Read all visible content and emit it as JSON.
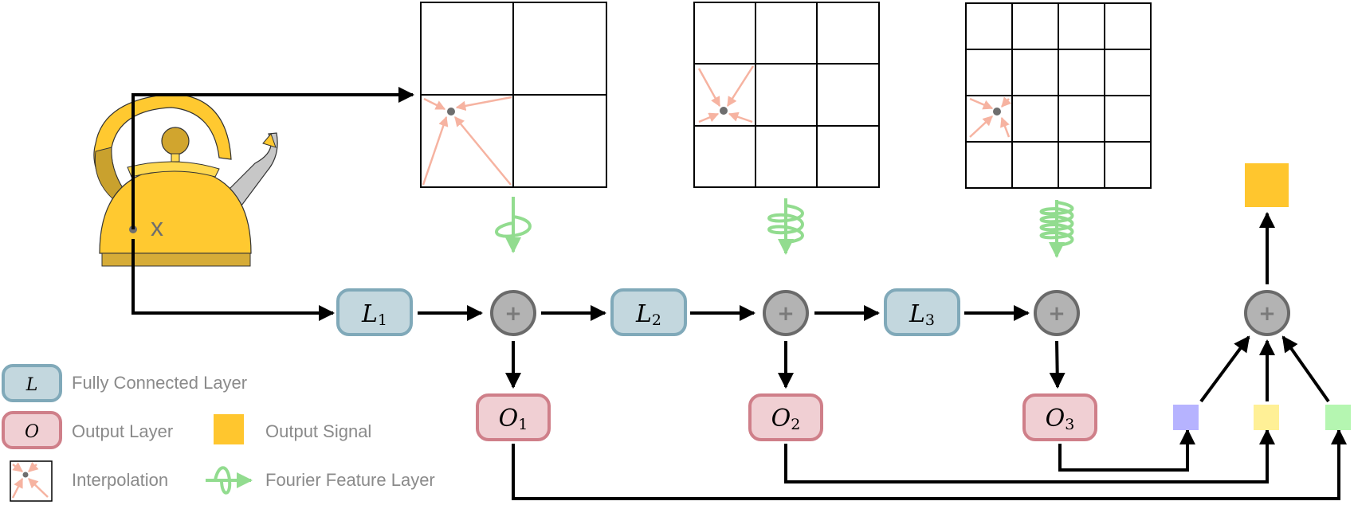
{
  "nodes": {
    "l1": {
      "symbol": "L",
      "sub": "1"
    },
    "l2": {
      "symbol": "L",
      "sub": "2"
    },
    "l3": {
      "symbol": "L",
      "sub": "3"
    },
    "o1": {
      "symbol": "O",
      "sub": "1"
    },
    "o2": {
      "symbol": "O",
      "sub": "2"
    },
    "o3": {
      "symbol": "O",
      "sub": "3"
    },
    "input_point": "x",
    "sum_symbol": "+"
  },
  "legend": {
    "fc_symbol": "L",
    "fc_label": "Fully Connected Layer",
    "out_symbol": "O",
    "out_label": "Output Layer",
    "signal_label": "Output Signal",
    "interp_label": "Interpolation",
    "fourier_label": "Fourier Feature Layer"
  },
  "grids": [
    {
      "name": "grid-level-1",
      "resolution": 2
    },
    {
      "name": "grid-level-2",
      "resolution": 3
    },
    {
      "name": "grid-level-3",
      "resolution": 4
    }
  ],
  "colors": {
    "fc_fill": "#c3d7de",
    "fc_stroke": "#80a9b9",
    "out_fill": "#f0cfd3",
    "out_stroke": "#cf7f89",
    "sum_fill": "#b3b3b3",
    "sum_stroke": "#6a6a6a",
    "signal": "#ffc62e",
    "kettle": "#ffc930",
    "interp_arrow": "#f6b3a1",
    "fourier": "#92dc8f",
    "feat_purple": "#b6b3ff",
    "feat_yellow": "#fff096",
    "feat_green": "#b5f6b1"
  }
}
